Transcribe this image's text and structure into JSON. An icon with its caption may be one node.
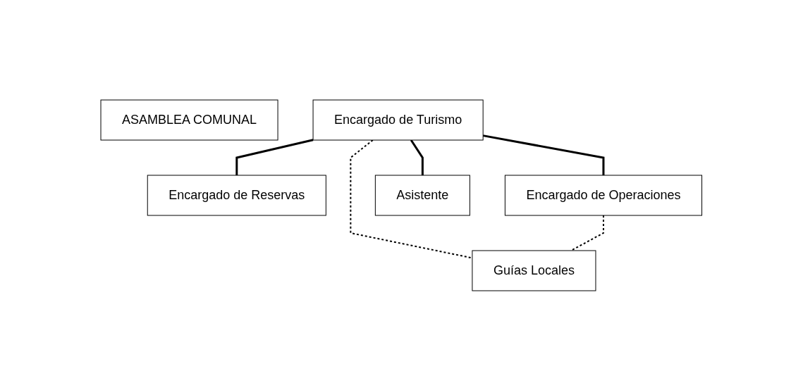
{
  "diagram": {
    "nodes": [
      {
        "text": [
          "ASAMBLEA COMUNAL"
        ]
      },
      {
        "text": [
          "Encargado de Turismo"
        ]
      },
      {
        "text": [
          "Encargado de Reservas"
        ]
      },
      {
        "text": [
          "Encargado de Operaciones"
        ]
      },
      {
        "text": [
          "Asistente"
        ]
      },
      {
        "text": [
          "Guías Locales"
        ]
      }
    ],
    "edges": [
      {
        "from": 1,
        "to": 2,
        "arrow": "none"
      },
      {
        "from": 1,
        "to": 3,
        "arrow": "none"
      },
      {
        "from": 1,
        "to": 4,
        "arrow": "none"
      },
      {
        "from": 1,
        "to": 5,
        "arrow": "none",
        "style": "dashed"
      },
      {
        "from": 3,
        "to": 5,
        "arrow": "none",
        "style": "dashed"
      }
    ]
  }
}
